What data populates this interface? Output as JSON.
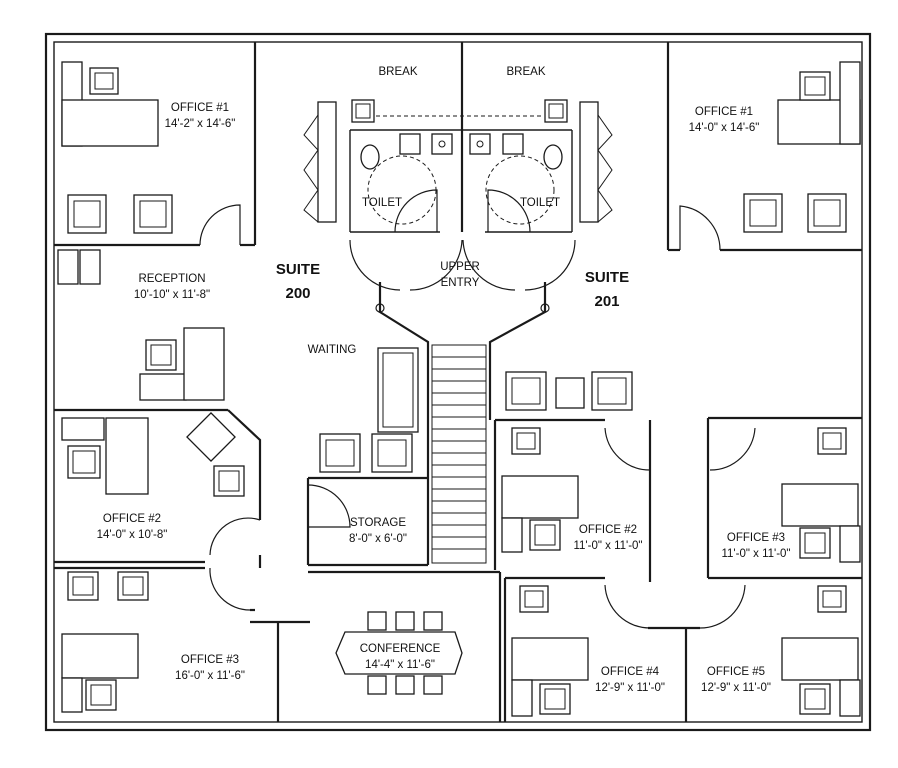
{
  "suites": {
    "left": {
      "line1": "SUITE",
      "line2": "200"
    },
    "right": {
      "line1": "SUITE",
      "line2": "201"
    }
  },
  "rooms": {
    "left_office1": {
      "name": "OFFICE #1",
      "size": "14'-2\" x 14'-6\""
    },
    "left_break": {
      "name": "BREAK"
    },
    "right_break": {
      "name": "BREAK"
    },
    "right_office1": {
      "name": "OFFICE #1",
      "size": "14'-0\" x 14'-6\""
    },
    "left_toilet": {
      "name": "TOILET"
    },
    "right_toilet": {
      "name": "TOILET"
    },
    "reception": {
      "name": "RECEPTION",
      "size": "10'-10\" x 11'-8\""
    },
    "upper_entry": {
      "line1": "UPPER",
      "line2": "ENTRY"
    },
    "waiting": {
      "name": "WAITING"
    },
    "left_office2": {
      "name": "OFFICE #2",
      "size": "14'-0\" x 10'-8\""
    },
    "storage": {
      "name": "STORAGE",
      "size": "8'-0\" x 6'-0\""
    },
    "right_office2": {
      "name": "OFFICE #2",
      "size": "11'-0\" x 11'-0\""
    },
    "right_office3": {
      "name": "OFFICE #3",
      "size": "11'-0\" x 11'-0\""
    },
    "left_office3": {
      "name": "OFFICE #3",
      "size": "16'-0\" x 11'-6\""
    },
    "conference": {
      "name": "CONFERENCE",
      "size": "14'-4\" x 11'-6\""
    },
    "right_office4": {
      "name": "OFFICE #4",
      "size": "12'-9\" x 11'-0\""
    },
    "right_office5": {
      "name": "OFFICE #5",
      "size": "12'-9\" x 11'-0\""
    }
  }
}
